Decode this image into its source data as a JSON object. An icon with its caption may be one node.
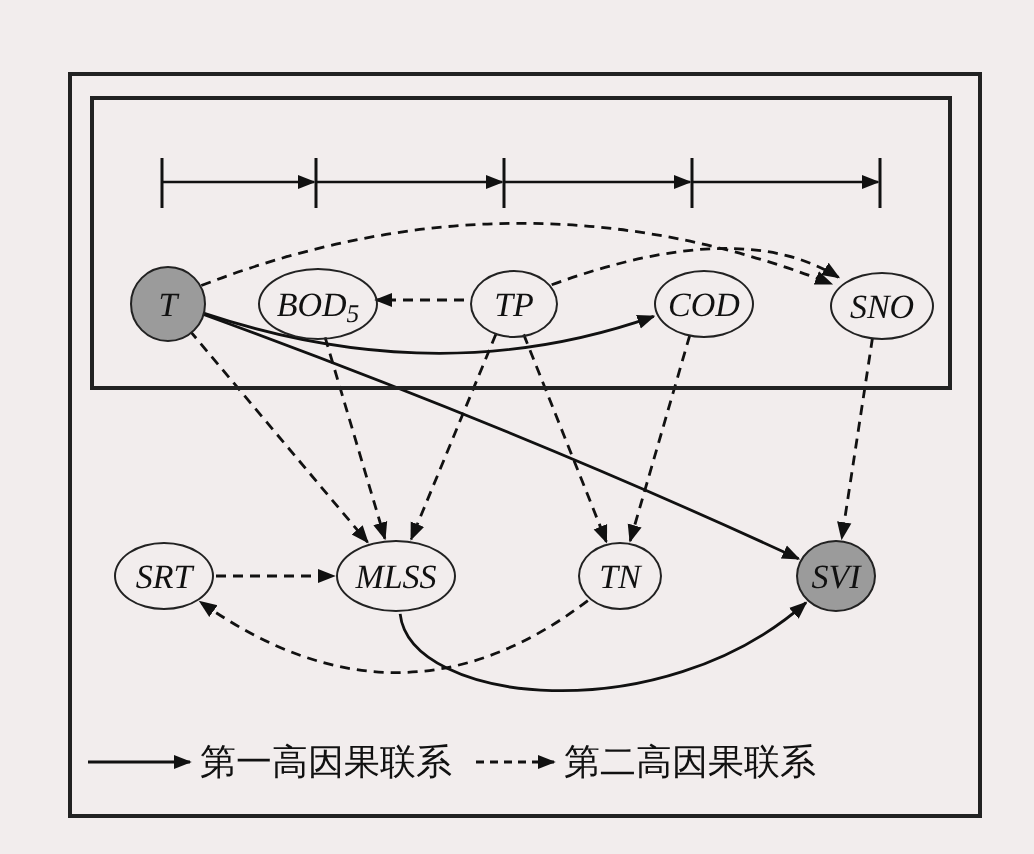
{
  "diagram": {
    "nodes": [
      {
        "text": [],
        "shape": "box"
      },
      {
        "text": [
          "T"
        ],
        "in": 0
      },
      {
        "text": [
          "BOD$_{5}$"
        ],
        "in": 0
      },
      {
        "text": [
          "TP"
        ],
        "in": 0
      },
      {
        "text": [
          "COD"
        ],
        "in": 0
      },
      {
        "text": [
          "SNO"
        ],
        "in": 0
      },
      {
        "text": [
          "SRT"
        ]
      },
      {
        "text": [
          "MLSS"
        ]
      },
      {
        "text": [
          "TN"
        ]
      },
      {
        "text": [
          "SVI"
        ]
      }
    ],
    "edges": [
      {
        "from": 1,
        "to": 5,
        "arrow": "to",
        "style": "dashed"
      },
      {
        "from": 3,
        "to": 5,
        "arrow": "to",
        "style": "dashed"
      },
      {
        "from": 3,
        "to": 2,
        "arrow": "to",
        "style": "dashed"
      },
      {
        "from": 1,
        "to": 4,
        "arrow": "to"
      },
      {
        "from": 1,
        "to": 9,
        "arrow": "to"
      },
      {
        "from": 1,
        "to": 7,
        "arrow": "to",
        "style": "dashed"
      },
      {
        "from": 2,
        "to": 7,
        "arrow": "to",
        "style": "dashed"
      },
      {
        "from": 3,
        "to": 7,
        "arrow": "to",
        "style": "dashed"
      },
      {
        "from": 3,
        "to": 8,
        "arrow": "to",
        "style": "dashed"
      },
      {
        "from": 4,
        "to": 8,
        "arrow": "to",
        "style": "dashed"
      },
      {
        "from": 5,
        "to": 9,
        "arrow": "to",
        "style": "dashed"
      },
      {
        "from": 6,
        "to": 7,
        "arrow": "to",
        "style": "dashed"
      },
      {
        "from": 8,
        "to": 6,
        "arrow": "to",
        "style": "dashed"
      },
      {
        "from": 7,
        "to": 9,
        "arrow": "to"
      }
    ],
    "legend": [
      {
        "text": "第一高因果联系"
      },
      {
        "text": "第二高因果联系"
      }
    ]
  }
}
